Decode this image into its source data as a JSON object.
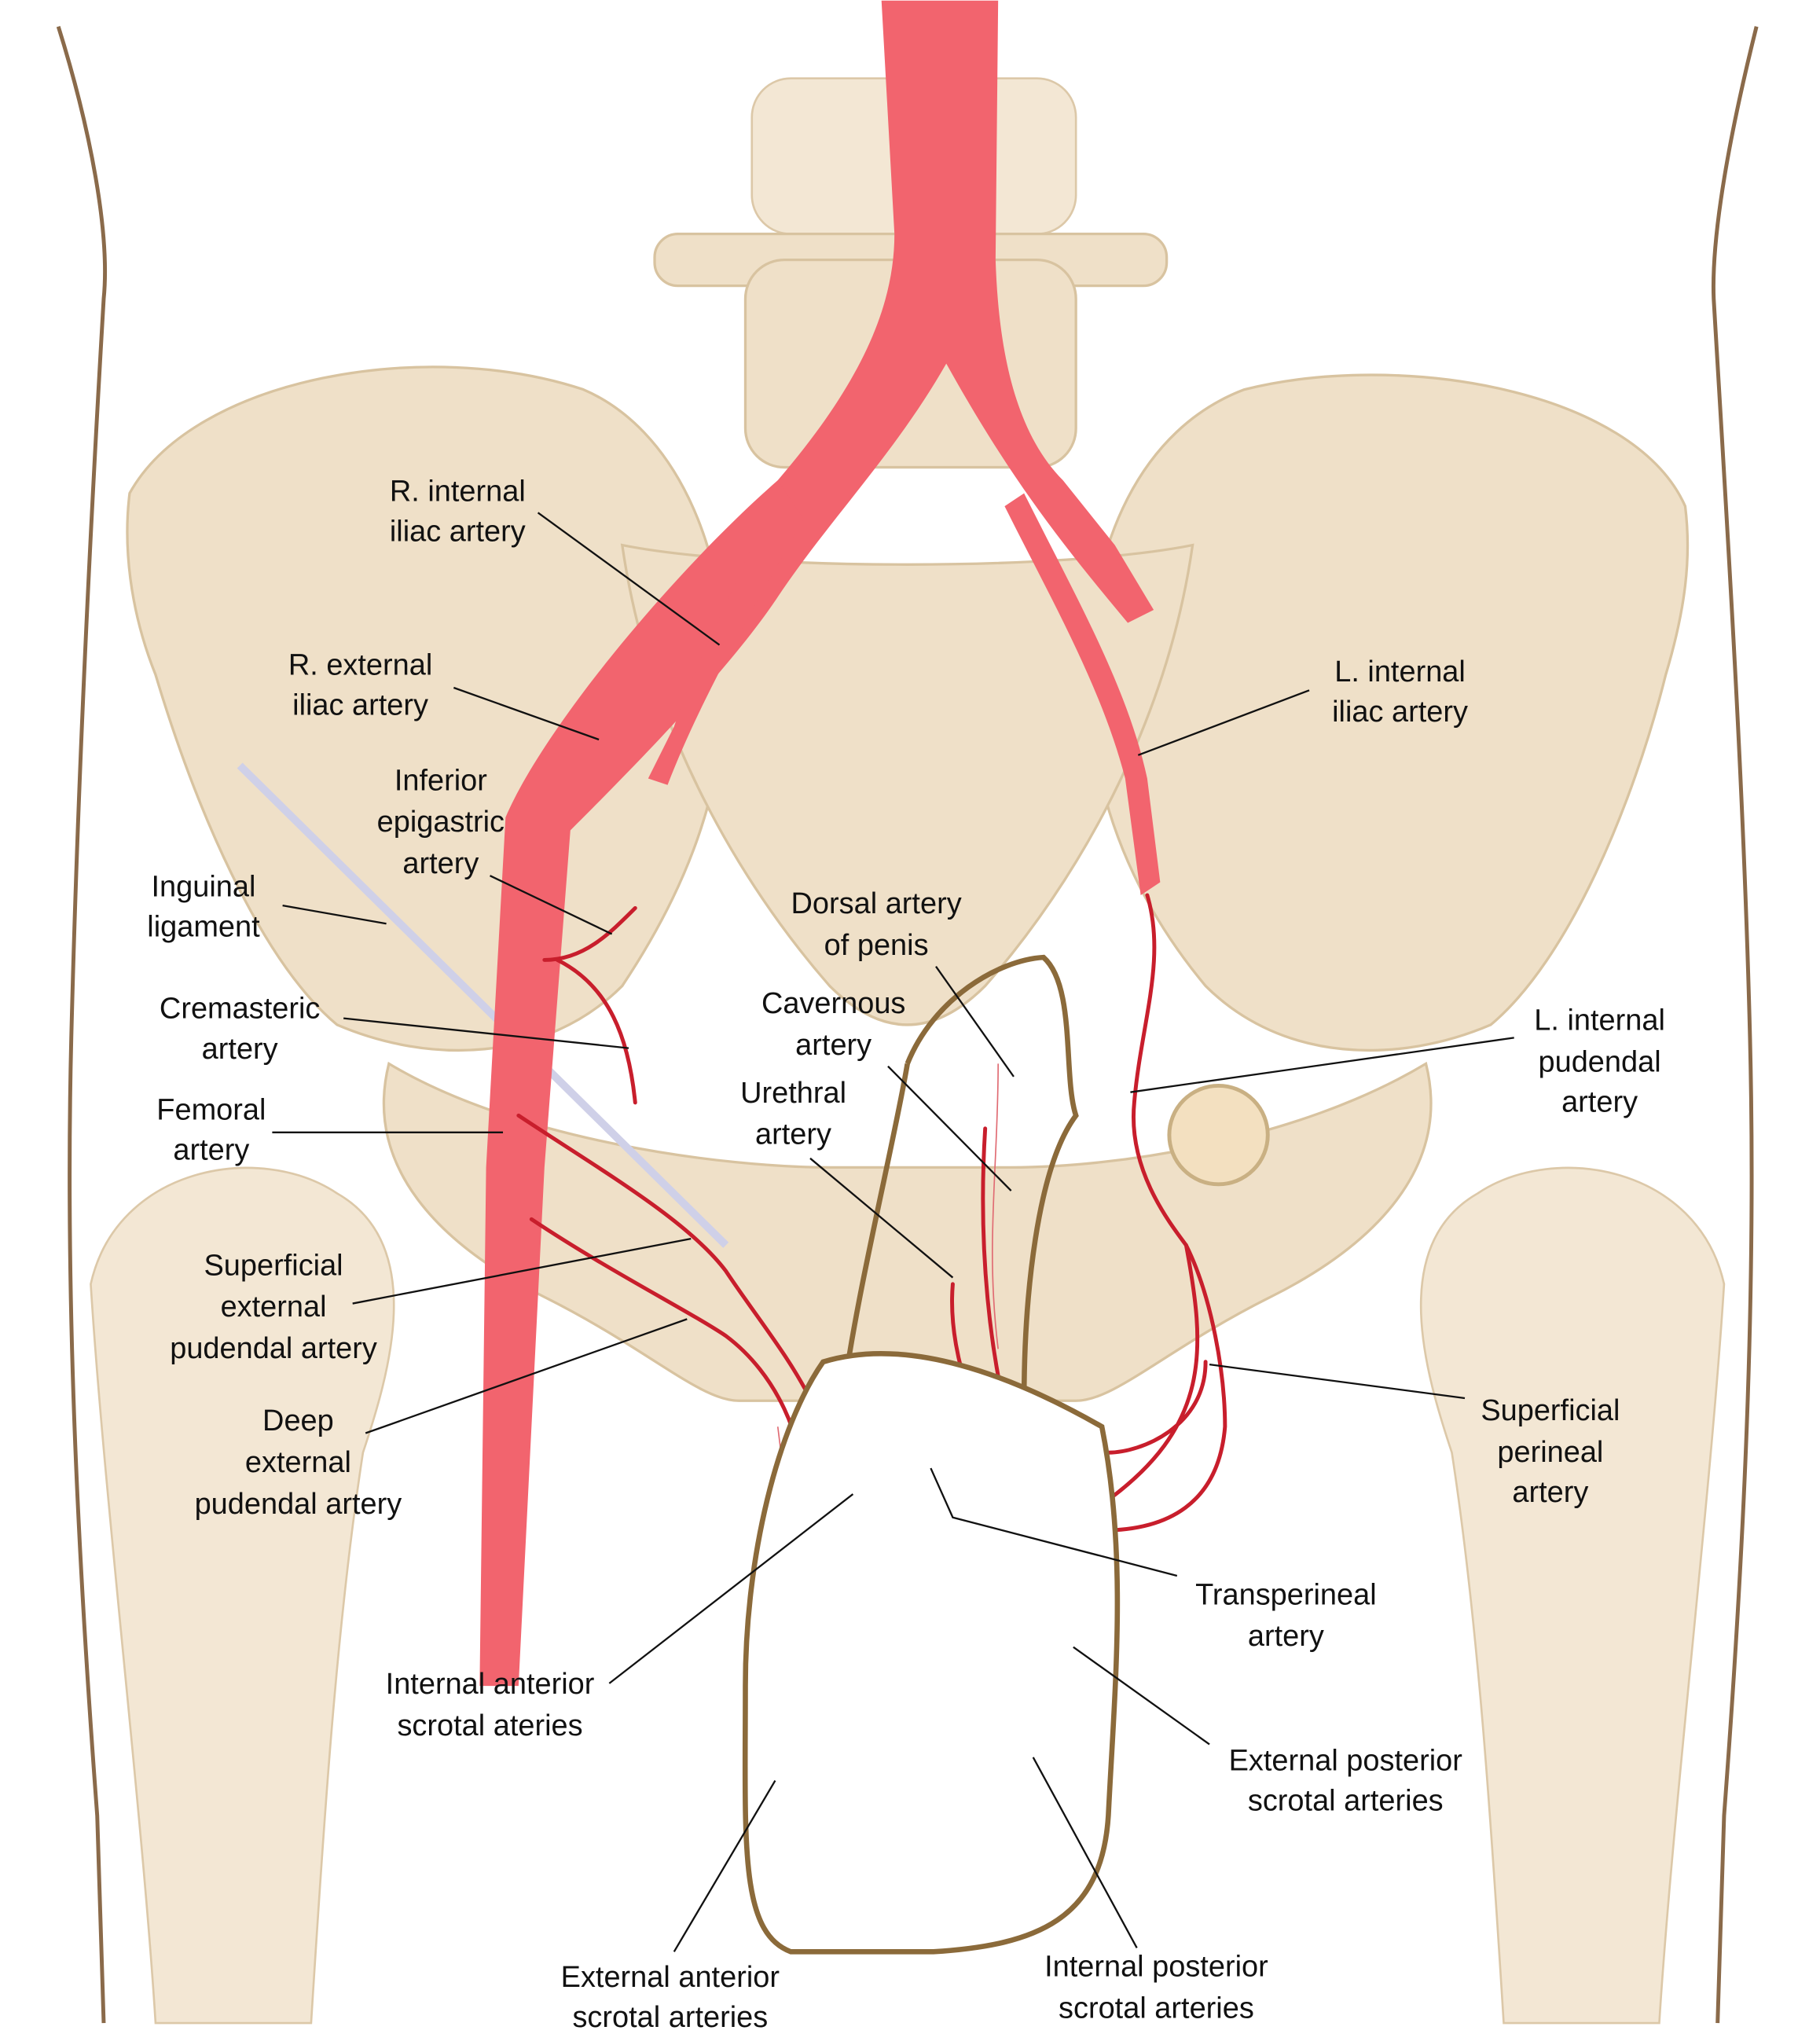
{
  "colors": {
    "artery": "#f2646e",
    "artery_dark": "#c81e2c",
    "bone": "#efe0c8",
    "outline": "#8b6a3a"
  },
  "labels": {
    "r_internal_iliac": [
      "R. internal",
      "iliac artery"
    ],
    "r_external_iliac": [
      "R. external",
      "iliac artery"
    ],
    "inferior_epigastric": [
      "Inferior",
      "epigastric",
      "artery"
    ],
    "inguinal_ligament": [
      "Inguinal",
      "ligament"
    ],
    "cremasteric": [
      "Cremasteric",
      "artery"
    ],
    "femoral": [
      "Femoral",
      "artery"
    ],
    "superficial_external_pudendal": [
      "Superficial",
      "external",
      "pudendal artery"
    ],
    "deep_external_pudendal": [
      "Deep",
      "external",
      "pudendal artery"
    ],
    "internal_anterior_scrotal": [
      "Internal anterior",
      "scrotal ateries"
    ],
    "external_anterior_scrotal": [
      "External anterior",
      "scrotal arteries"
    ],
    "internal_posterior_scrotal": [
      "Internal posterior",
      "scrotal arteries"
    ],
    "external_posterior_scrotal": [
      "External posterior",
      "scrotal arteries"
    ],
    "transperineal": [
      "Transperineal",
      "artery"
    ],
    "superficial_perineal": [
      "Superficial",
      "perineal",
      "artery"
    ],
    "l_internal_pudendal": [
      "L. internal",
      "pudendal",
      "artery"
    ],
    "l_internal_iliac": [
      "L. internal",
      "iliac artery"
    ],
    "dorsal_penis": [
      "Dorsal artery",
      "of penis"
    ],
    "cavernous": [
      "Cavernous",
      "artery"
    ],
    "urethral": [
      "Urethral",
      "artery"
    ]
  }
}
